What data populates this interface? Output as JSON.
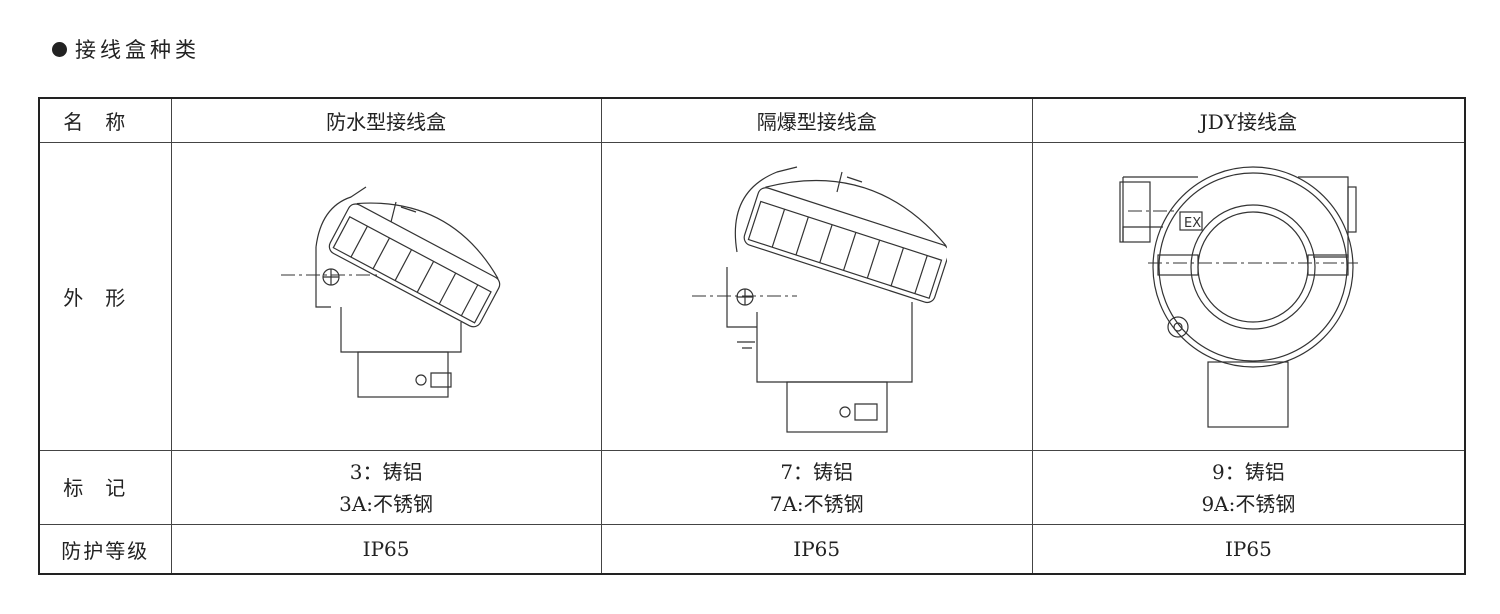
{
  "section_title": "接线盒种类",
  "table": {
    "header": {
      "label": "名称",
      "columns": [
        "防水型接线盒",
        "隔爆型接线盒",
        "JDY接线盒"
      ]
    },
    "appearance_label": "外形",
    "marks": {
      "label": "标记",
      "values": [
        [
          "3：铸铝",
          "3A:不锈钢"
        ],
        [
          "7：铸铝",
          "7A:不锈钢"
        ],
        [
          "9：铸铝",
          "9A:不锈钢"
        ]
      ]
    },
    "protection": {
      "label": "防护等级",
      "values": [
        "IP65",
        "IP65",
        "IP65"
      ]
    }
  }
}
